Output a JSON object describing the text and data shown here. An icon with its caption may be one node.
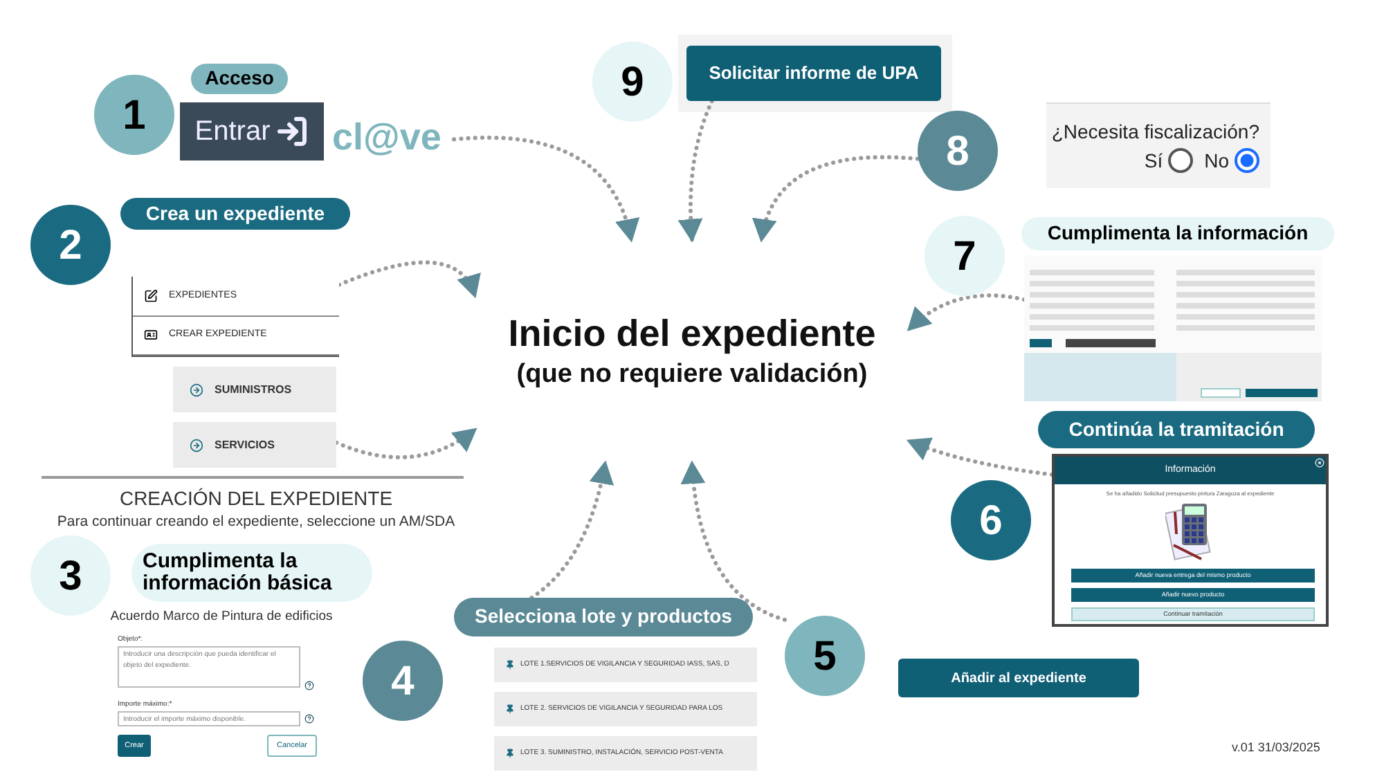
{
  "diagram": {
    "nodes": [
      {
        "text": [
          "Inicio del expediente",
          "(que no requiere validación)"
        ]
      },
      {
        "text": [
          "1"
        ]
      },
      {
        "text": [
          "Acceso"
        ]
      },
      {
        "text": [
          "Entrar"
        ]
      },
      {
        "text": [
          "cl@ve"
        ]
      },
      {
        "text": [
          "2"
        ]
      },
      {
        "text": [
          "Crea un expediente"
        ]
      },
      {
        "text": [
          "EXPEDIENTES",
          "CREAR EXPEDIENTE"
        ]
      },
      {
        "text": [
          "SUMINISTROS"
        ]
      },
      {
        "text": [
          "SERVICIOS"
        ]
      },
      {
        "text": [
          "3"
        ]
      },
      {
        "text": [
          "Cumplimenta la información básica"
        ]
      },
      {
        "text": [
          "Acuerdo Marco de Pintura de edificios"
        ]
      },
      {
        "text": [
          "Introducir una descripción que pueda identificar el objeto del expediente."
        ],
        "beside": [
          "Objeto*:"
        ],
        "in": 12
      },
      {
        "text": [
          "Introducir el importe máximo disponible."
        ],
        "beside": [
          "Importe máximo:*"
        ],
        "in": 12
      },
      {
        "text": [
          "Crear"
        ],
        "in": 12
      },
      {
        "text": [
          "Cancelar"
        ],
        "in": 12
      },
      {
        "text": [
          "4"
        ]
      },
      {
        "text": [
          "Selecciona lote y productos"
        ]
      },
      {
        "text": [
          "LOTE 1.SERVICIOS DE VIGILANCIA Y SEGURIDAD IASS, SAS, D"
        ]
      },
      {
        "text": [
          "LOTE 2. SERVICIOS DE VIGILANCIA Y SEGURIDAD PARA LOS"
        ]
      },
      {
        "text": [
          "LOTE 3. SUMINISTRO, INSTALACIÓN, SERVICIO POST-VENTA"
        ]
      },
      {
        "text": [
          "5"
        ]
      },
      {
        "text": [
          "Añadir al expediente"
        ]
      },
      {
        "text": [
          "6"
        ]
      },
      {
        "text": [
          "Continúa la tramitación"
        ]
      },
      {
        "text": [
          "Información",
          "Se ha añadido Solicitud presupuesto pintura Zaragoza al expediente"
        ]
      },
      {
        "text": [
          "Añadir nueva entrega del mismo producto"
        ],
        "in": 26
      },
      {
        "text": [
          "Añadir nuevo producto"
        ],
        "in": 26
      },
      {
        "text": [
          "Continuar tramitación"
        ],
        "in": 26
      },
      {
        "text": [
          "7"
        ]
      },
      {
        "text": [
          "Cumplimenta la información"
        ]
      },
      {
        "text": [],
        "shape": "picture"
      },
      {
        "text": [
          "8"
        ]
      },
      {
        "text": [
          "¿Necesita fiscalización?",
          "Sí",
          "No"
        ]
      },
      {
        "text": [
          "9"
        ]
      },
      {
        "text": [
          "Solicitar informe de UPA"
        ]
      }
    ],
    "edges": [
      {
        "from": 4,
        "to": 0,
        "arrow": "to"
      },
      {
        "from": 7,
        "to": 0,
        "arrow": "to"
      },
      {
        "from": 9,
        "to": 0,
        "arrow": "to"
      },
      {
        "from": 18,
        "to": 0,
        "arrow": "to"
      },
      {
        "from": 22,
        "to": 0,
        "arrow": "to"
      },
      {
        "from": 26,
        "to": 0,
        "arrow": "to"
      },
      {
        "from": 32,
        "to": 0,
        "arrow": "to"
      },
      {
        "from": 33,
        "to": 0,
        "arrow": "to"
      },
      {
        "from": 36,
        "to": 0,
        "arrow": "to"
      }
    ],
    "labels": [
      "CREACIÓN DEL EXPEDIENTE",
      "Para continuar creando el expediente, seleccione un AM/SDA",
      "v.01 31/03/2025"
    ]
  }
}
